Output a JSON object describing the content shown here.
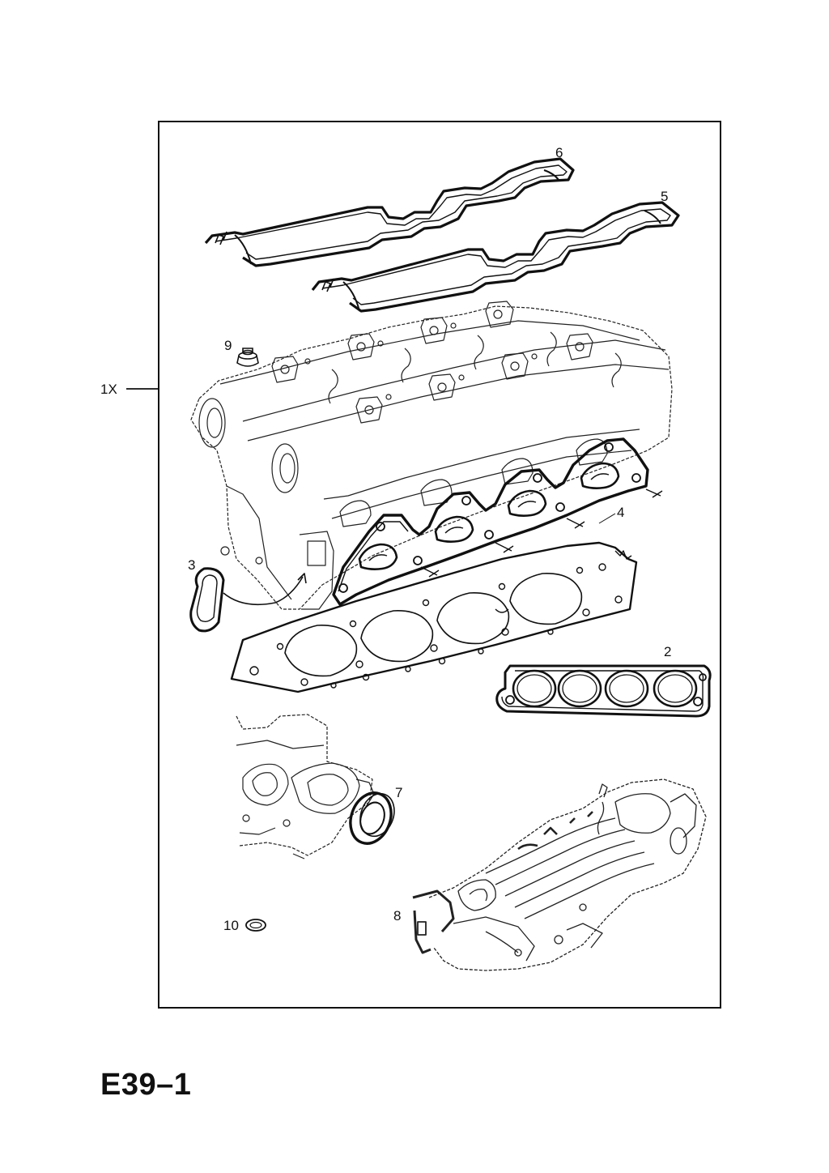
{
  "kit_label": "1X",
  "page_code": "E39–1",
  "parts": [
    {
      "number": "2",
      "name": "intake-manifold-gasket"
    },
    {
      "number": "3",
      "name": "thermostat-housing-gasket"
    },
    {
      "number": "4",
      "name": "exhaust-manifold-gasket"
    },
    {
      "number": "5",
      "name": "valve-cover-gasket"
    },
    {
      "number": "6",
      "name": "valve-cover-gasket"
    },
    {
      "number": "7",
      "name": "shaft-seal"
    },
    {
      "number": "8",
      "name": "intake-manifold"
    },
    {
      "number": "9",
      "name": "valve-stem-seal"
    },
    {
      "number": "10",
      "name": "o-ring"
    }
  ]
}
